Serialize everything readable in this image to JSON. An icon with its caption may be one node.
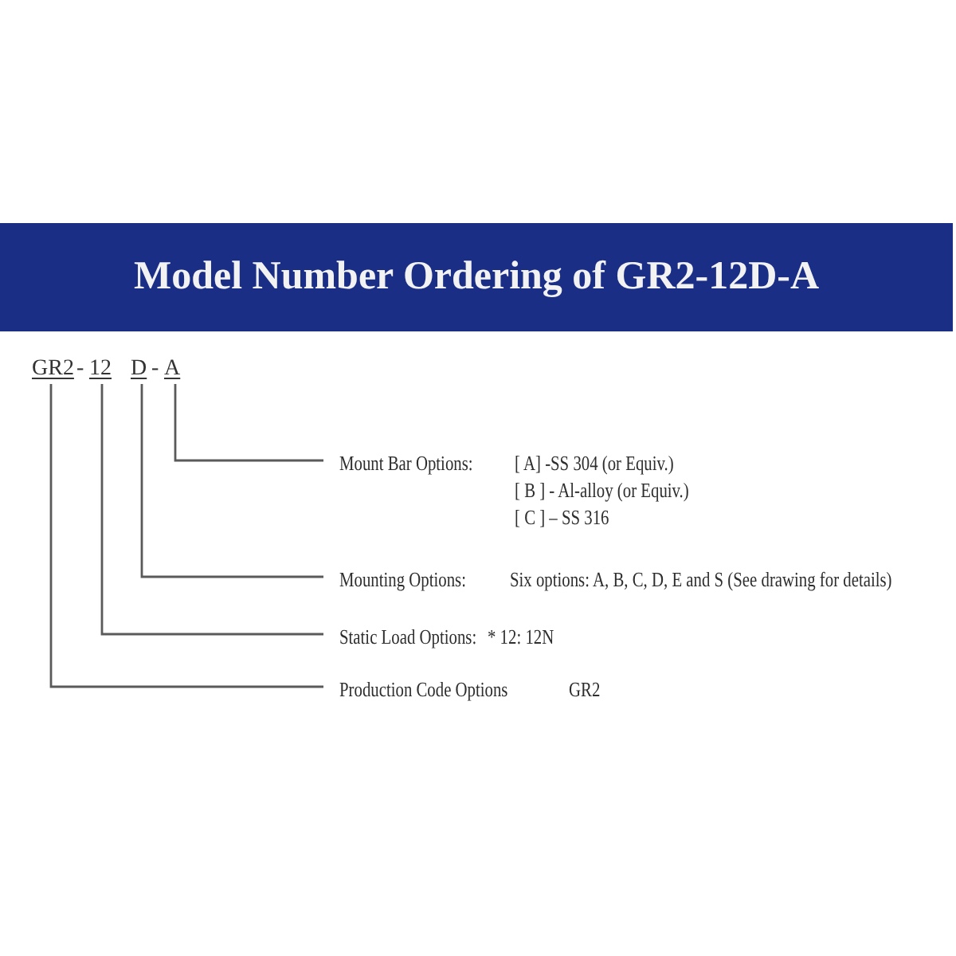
{
  "diagram": {
    "title": "Model Number Ordering of GR2-12D-A",
    "nodes": [
      {
        "text": [
          "GR2"
        ]
      },
      {
        "text": [
          "12"
        ]
      },
      {
        "text": [
          "D"
        ]
      },
      {
        "text": [
          "A"
        ]
      },
      {
        "text": [
          "Mount Bar Options:",
          "[ A] -SS 304 (or Equiv.)",
          "[ B ] - Al-alloy (or Equiv.)",
          "[ C ] – SS 316"
        ]
      },
      {
        "text": [
          "Mounting Options:",
          "Six options: A, B, C, D, E and S (See drawing for details)"
        ]
      },
      {
        "text": [
          "Static Load Options:",
          "* 12: 12N"
        ]
      },
      {
        "text": [
          "Production Code Options",
          "GR2"
        ]
      }
    ],
    "edges": [
      {
        "from": 3,
        "to": 4,
        "arrow": "none"
      },
      {
        "from": 2,
        "to": 5,
        "arrow": "none"
      },
      {
        "from": 1,
        "to": 6,
        "arrow": "none"
      },
      {
        "from": 0,
        "to": 7,
        "arrow": "none"
      }
    ],
    "labels": [
      "-",
      "-"
    ]
  }
}
